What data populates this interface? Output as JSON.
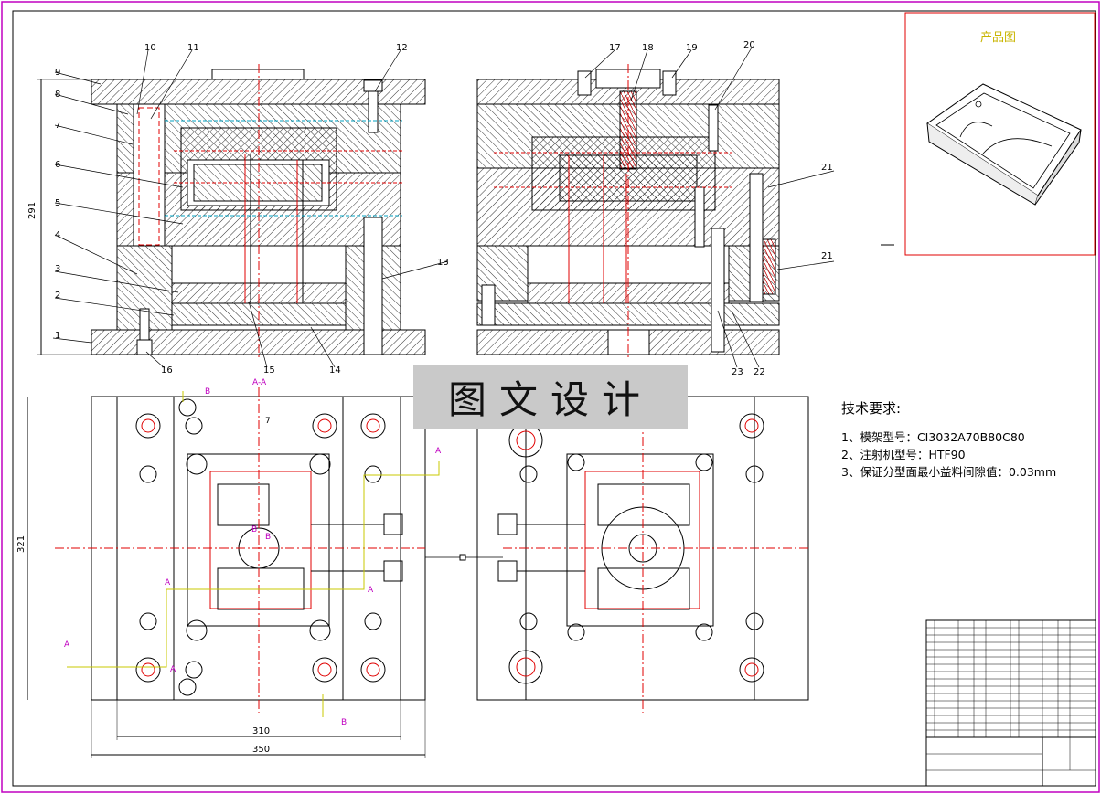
{
  "drawing": {
    "watermark": "图文设计",
    "product_label": "产品图",
    "section_label": "A-A",
    "tech": {
      "title": "技术要求:",
      "items": [
        "1、模架型号：CI3032A70B80C80",
        "2、注射机型号：HTF90",
        "3、保证分型面最小益料间隙值：0.03mm"
      ]
    },
    "dimensions": {
      "height_left": "291",
      "height_plan": "321",
      "width_inner": "310",
      "width_outer": "350"
    },
    "callouts_left": [
      "1",
      "2",
      "3",
      "4",
      "5",
      "6",
      "7",
      "8",
      "9",
      "10",
      "11",
      "12",
      "13",
      "14",
      "15",
      "16"
    ],
    "callouts_right": [
      "17",
      "18",
      "19",
      "20",
      "21",
      "21",
      "22",
      "23"
    ],
    "section_marks": [
      "A",
      "A",
      "A",
      "A",
      "A",
      "B",
      "B",
      "B",
      "B",
      "7"
    ],
    "colors": {
      "border": "#c000c0",
      "hatch": "#000000",
      "centerline": "#e00000",
      "cyan": "#00a0c0",
      "yellow": "#c8c800",
      "watermark_bg": "#c9c9c9"
    }
  }
}
